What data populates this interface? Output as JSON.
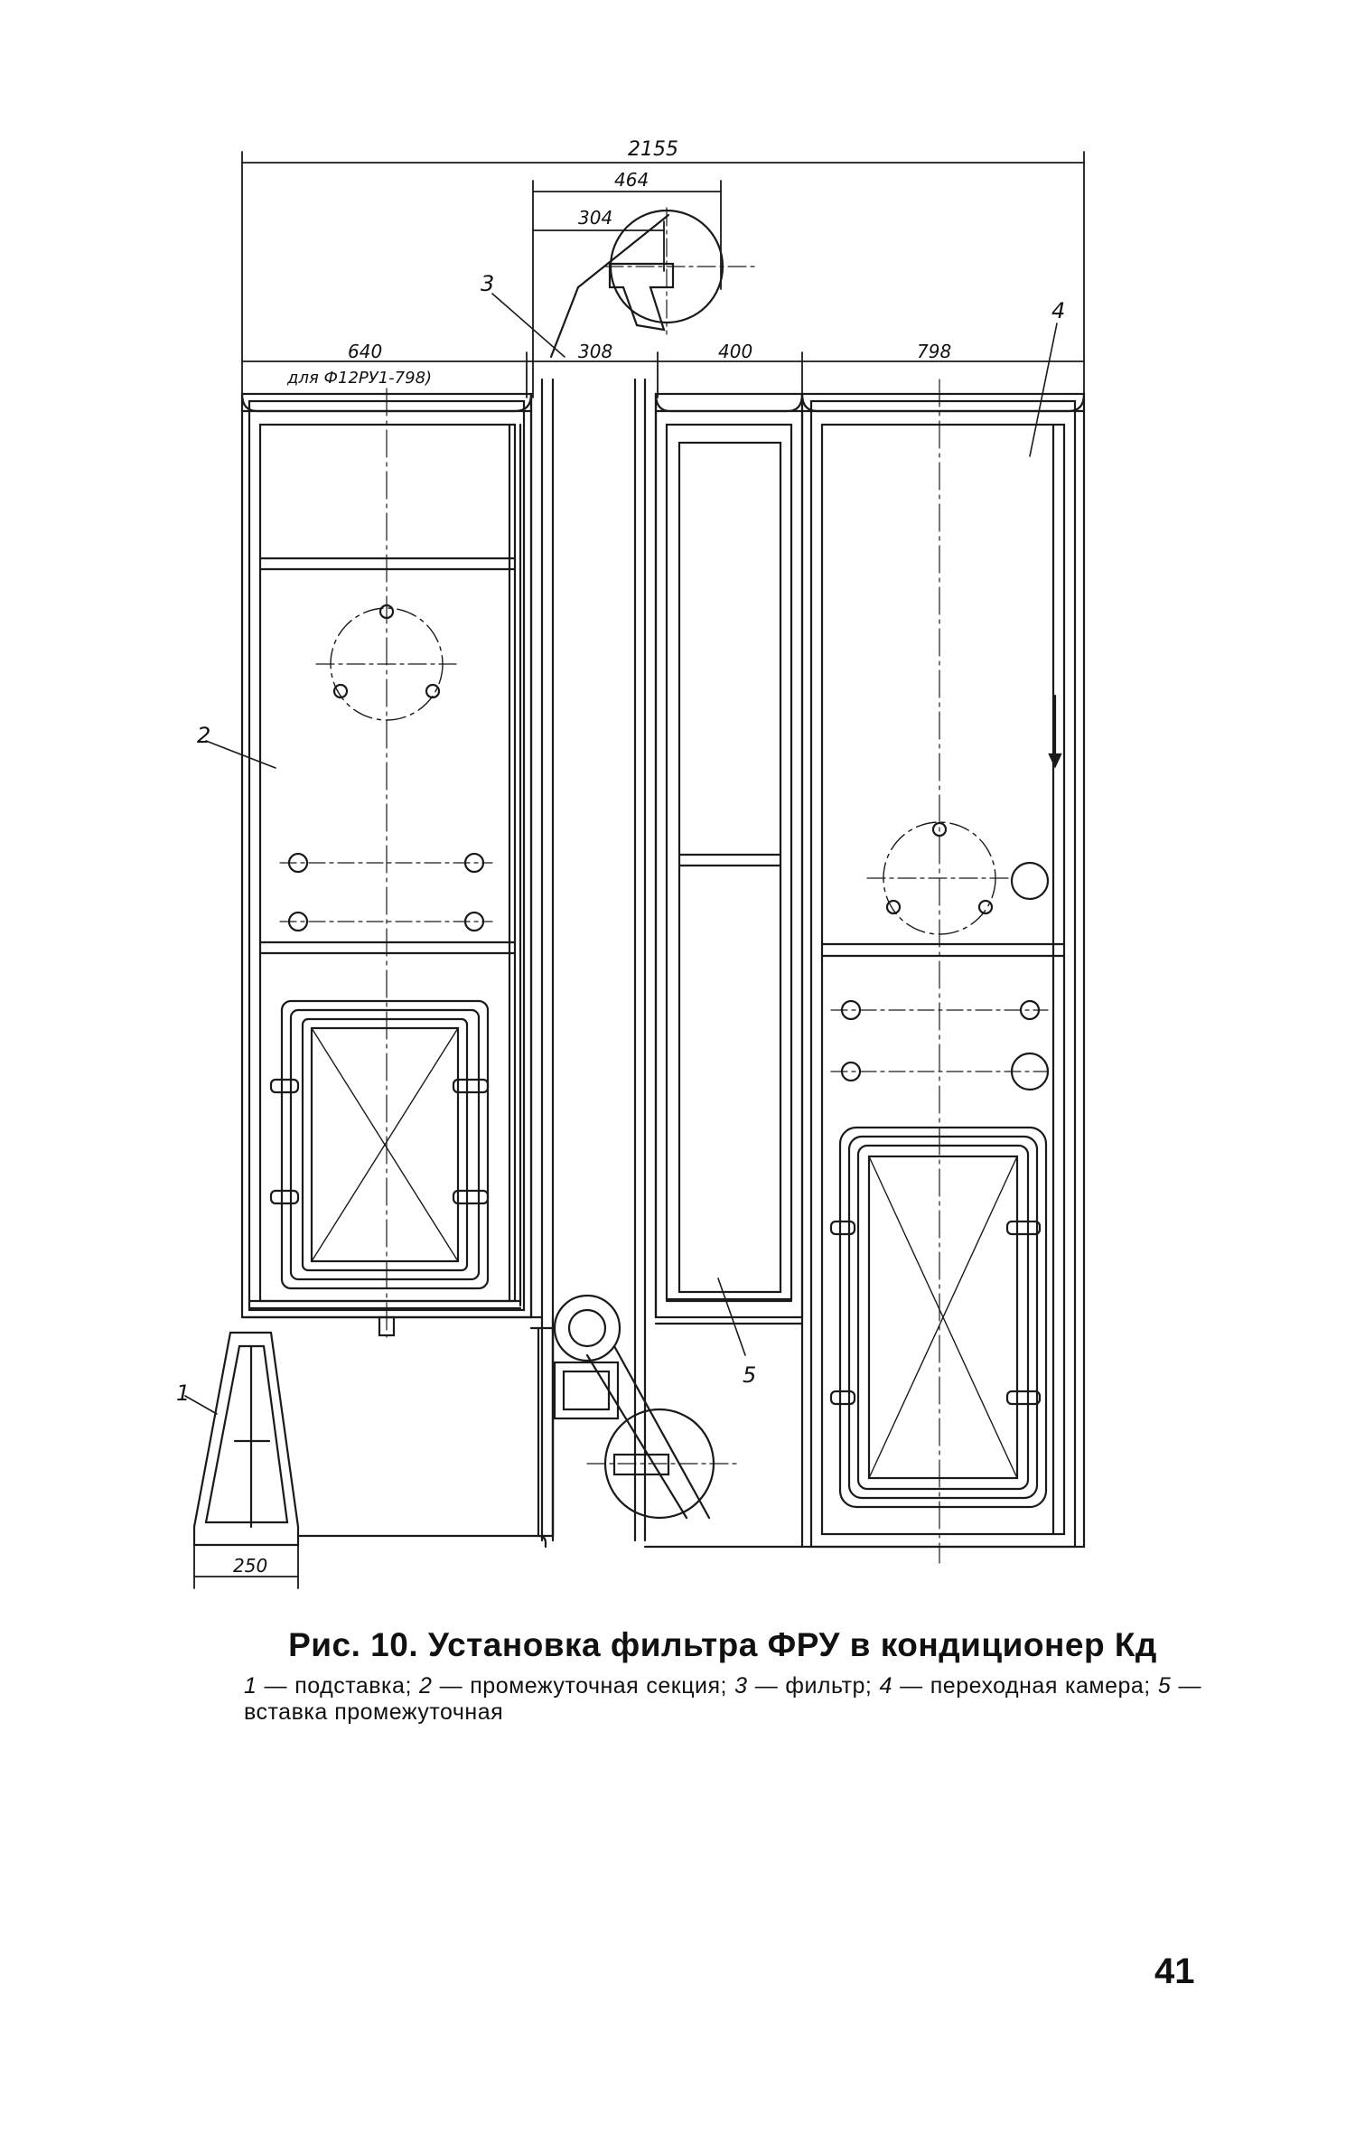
{
  "drawing": {
    "dimensions": {
      "overall": "2155",
      "filter_width": "464",
      "filter_offset": "304",
      "left_section": "640",
      "left_section_note": "для Ф12РУ1-798)",
      "filter_gap": "308",
      "insert_width": "400",
      "chamber_width": "798",
      "stand_width": "250"
    },
    "callouts": [
      "1",
      "2",
      "3",
      "4",
      "5"
    ]
  },
  "caption": {
    "title": "Рис. 10. Установка фильтра ФРУ в кондиционер Кд",
    "legend": [
      {
        "num": "1",
        "text": " — подставка; "
      },
      {
        "num": "2",
        "text": " — промежуточная секция; "
      },
      {
        "num": "3",
        "text": " — фильтр; "
      },
      {
        "num": "4",
        "text": " — переходная камера; "
      },
      {
        "num": "5",
        "text": " — вставка промежуточная"
      }
    ]
  },
  "page_number": "41"
}
